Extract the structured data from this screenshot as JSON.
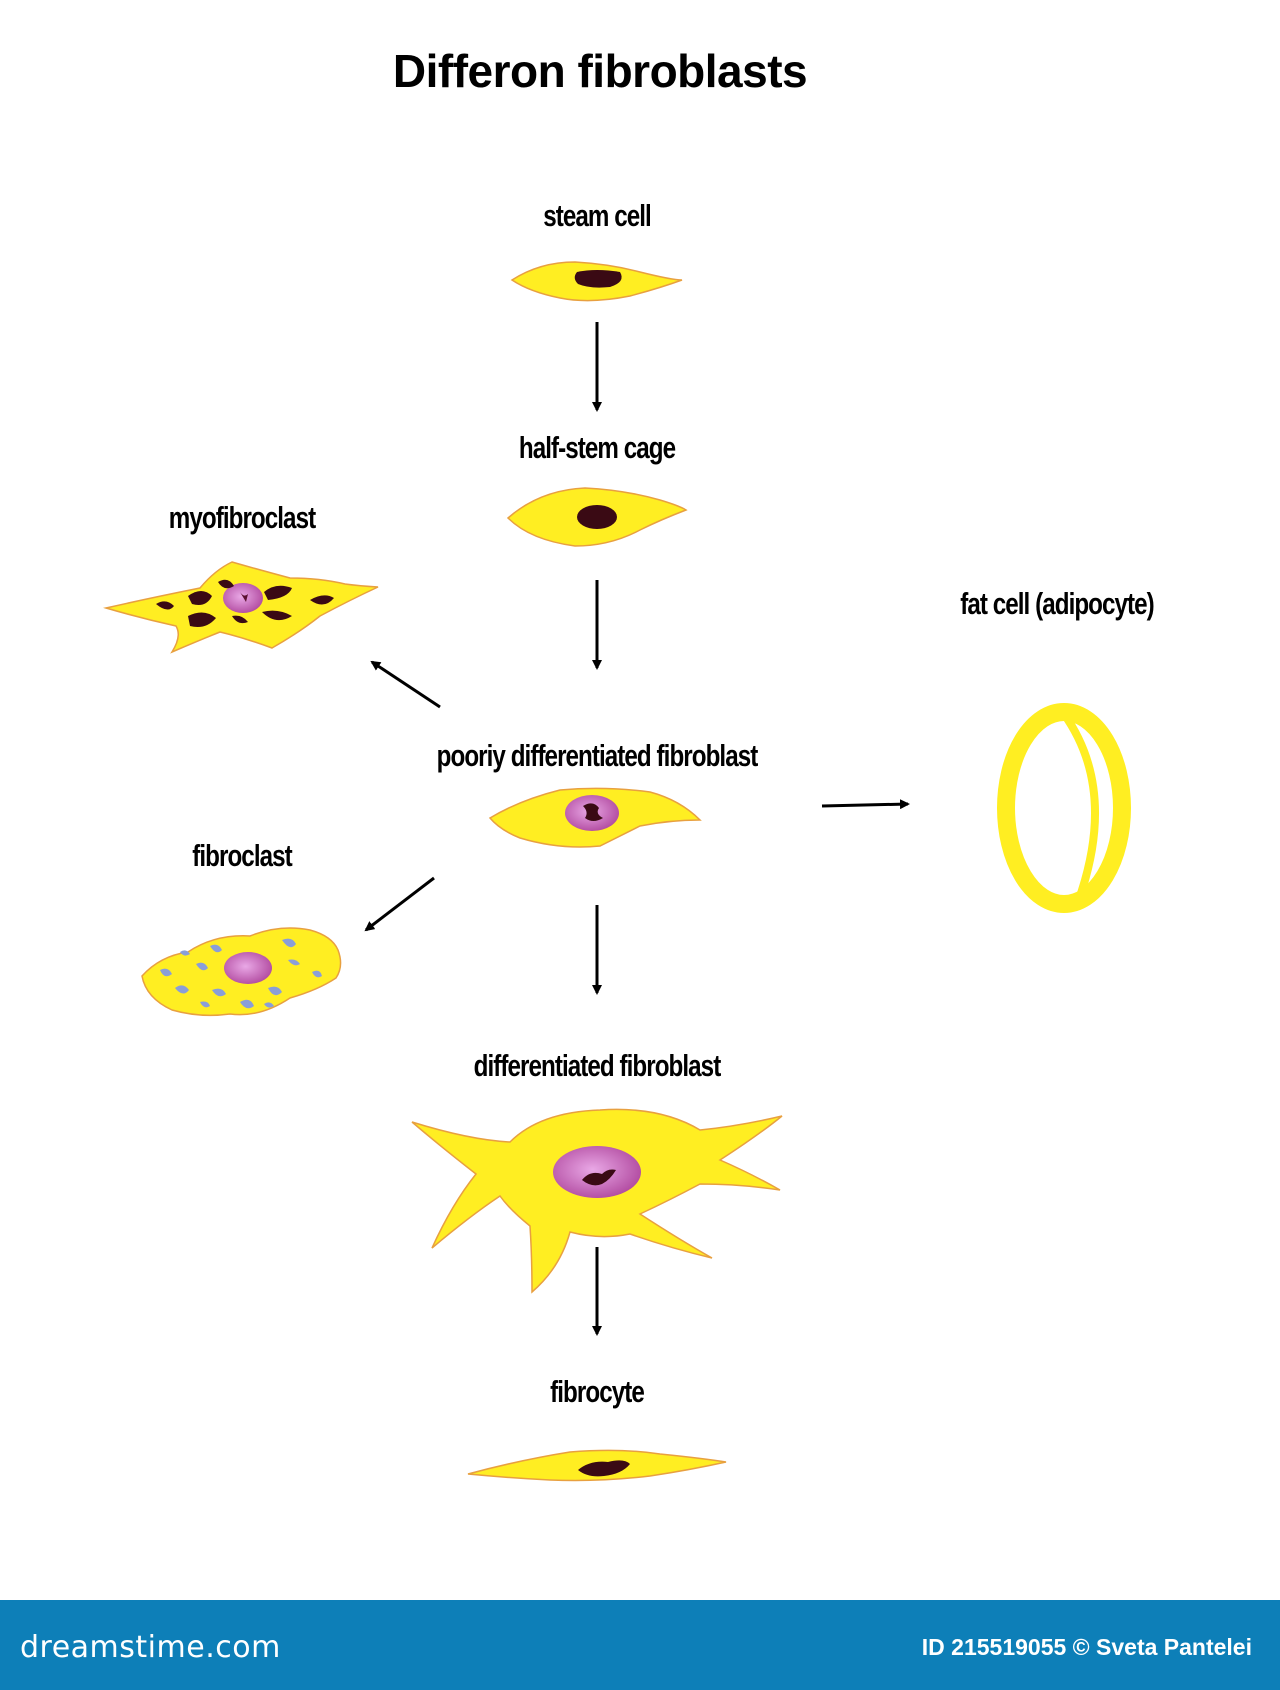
{
  "diagram": {
    "title": "Differon fibroblasts",
    "nodes": [
      {
        "id": "stem",
        "label": "steam cell"
      },
      {
        "id": "half_stem",
        "label": "half-stem cage"
      },
      {
        "id": "myofibroclast",
        "label": "myofibroclast"
      },
      {
        "id": "fat_cell",
        "label": "fat cell (adipocyte)"
      },
      {
        "id": "poorly",
        "label": "pooriy differentiated fibroblast"
      },
      {
        "id": "fibroclast",
        "label": "fibroclast"
      },
      {
        "id": "differentiated",
        "label": "differentiated fibroblast"
      },
      {
        "id": "fibrocyte",
        "label": "fibrocyte"
      }
    ],
    "edges": [
      {
        "from": "stem",
        "to": "half_stem"
      },
      {
        "from": "half_stem",
        "to": "poorly"
      },
      {
        "from": "poorly",
        "to": "myofibroclast"
      },
      {
        "from": "poorly",
        "to": "fat_cell"
      },
      {
        "from": "poorly",
        "to": "fibroclast"
      },
      {
        "from": "poorly",
        "to": "differentiated"
      },
      {
        "from": "differentiated",
        "to": "fibrocyte"
      }
    ]
  },
  "colors": {
    "cell_body": "#ffee22",
    "cell_outline": "#e8a040",
    "nucleus_dark": "#3a0a14",
    "nucleus_pink": "#c060b8",
    "fibroclast_spots": "#8a9ed8",
    "arrow": "#000000",
    "footer_bg": "#0d7fb8"
  },
  "footer": {
    "brand": "dreamstime.com",
    "credit": "ID 215519055 © Sveta Pantelei"
  }
}
